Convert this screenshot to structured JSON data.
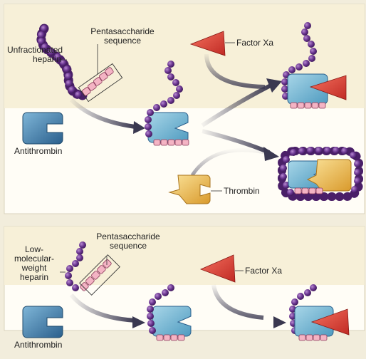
{
  "panel_top": {
    "heparin_label": "Unfractionated\nheparin",
    "pentasaccharide_label": "Pentasaccharide\nsequence",
    "factor_xa_label": "Factor Xa",
    "antithrombin_label": "Antithrombin",
    "thrombin_label": "Thrombin"
  },
  "panel_bottom": {
    "heparin_label": "Low-\nmolecular-\nweight\nheparin",
    "pentasaccharide_label": "Pentasaccharide\nsequence",
    "factor_xa_label": "Factor Xa",
    "antithrombin_label": "Antithrombin"
  },
  "colors": {
    "panel_top_band": "#f7f0d8",
    "panel_white": "#fffdf6",
    "heparin_chain": "#5a2a7a",
    "pentasaccharide": "#f4b4c4",
    "antithrombin": "#3f7fae",
    "factor_xa": "#e2483a",
    "thrombin": "#f0be4c",
    "arrow": "#3a3850"
  }
}
